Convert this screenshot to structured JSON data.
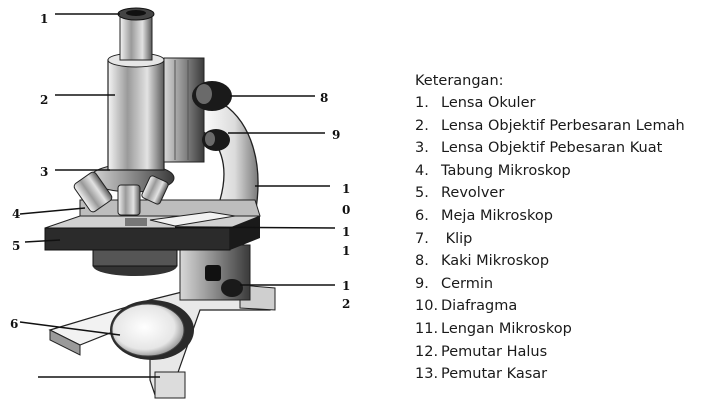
{
  "diagram": {
    "callout_numbers": [
      "1",
      "2",
      "3",
      "4",
      "5",
      "6",
      "8",
      "9",
      "1",
      "0",
      "1",
      "1",
      "1",
      "2"
    ]
  },
  "legend": {
    "title": "Keterangan:",
    "items": [
      {
        "num": "1.",
        "label": "Lensa Okuler"
      },
      {
        "num": "2.",
        "label": "Lensa Objektif Perbesaran Lemah"
      },
      {
        "num": "3.",
        "label": "Lensa Objektif Pebesaran Kuat"
      },
      {
        "num": "4.",
        "label": "Tabung Mikroskop"
      },
      {
        "num": "5.",
        "label": "Revolver"
      },
      {
        "num": "6.",
        "label": "Meja Mikroskop"
      },
      {
        "num": "7.",
        "label": " Klip"
      },
      {
        "num": "8.",
        "label": "Kaki Mikroskop"
      },
      {
        "num": "9.",
        "label": "Cermin"
      },
      {
        "num": "10.",
        "label": "Diafragma"
      },
      {
        "num": "11.",
        "label": "Lengan Mikroskop"
      },
      {
        "num": "12.",
        "label": "Pemutar Halus"
      },
      {
        "num": "13.",
        "label": "Pemutar Kasar"
      }
    ]
  }
}
